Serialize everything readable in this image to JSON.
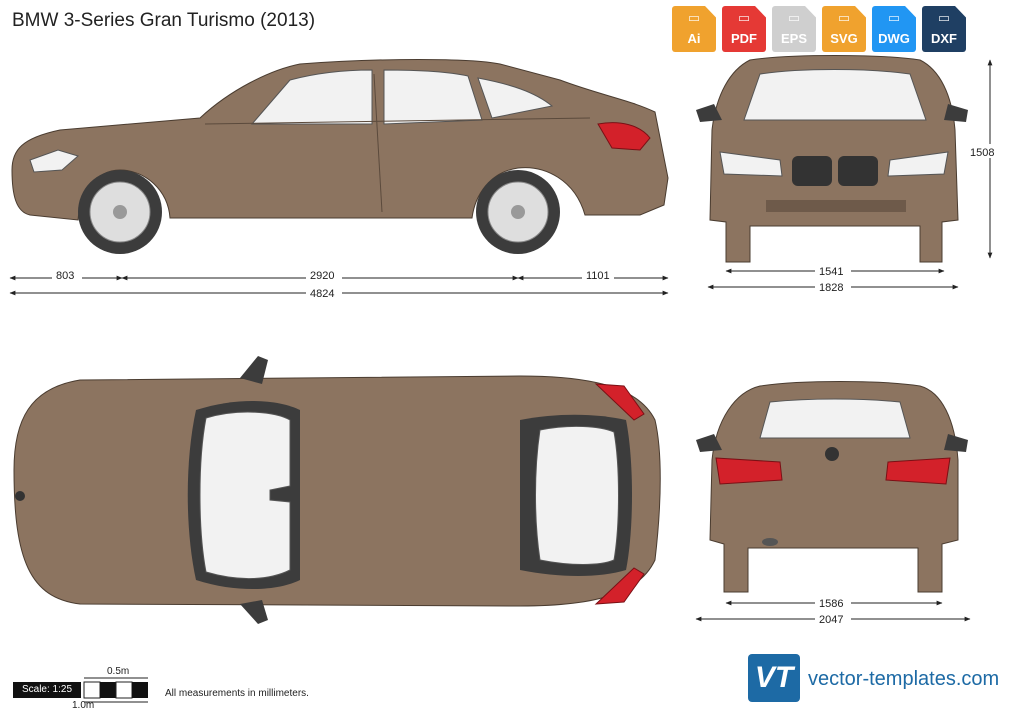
{
  "title": "BMW 3-Series Gran Turismo (2013)",
  "formats": [
    {
      "label": "Ai",
      "color": "#f0a22e"
    },
    {
      "label": "PDF",
      "color": "#e53935"
    },
    {
      "label": "EPS",
      "color": "#cfcfcf"
    },
    {
      "label": "SVG",
      "color": "#f0a22e"
    },
    {
      "label": "DWG",
      "color": "#2196f3"
    },
    {
      "label": "DXF",
      "color": "#1f3f63"
    }
  ],
  "dimensions": {
    "front_overhang": "803",
    "wheelbase": "2920",
    "rear_overhang": "1101",
    "length": "4824",
    "height": "1508",
    "front_track": "1541",
    "width_front": "1828",
    "rear_track": "1586",
    "width_mirrors": "2047"
  },
  "scale": {
    "label": "Scale: 1:25",
    "half": "0.5m",
    "full": "1.0m"
  },
  "note": "All measurements in millimeters.",
  "brand": {
    "logo": "VT",
    "text": "vector-templates.com"
  },
  "colors": {
    "body": "#8c7460",
    "glass": "#f2f2f2",
    "tail": "#d3212a",
    "tire": "#3c3c3c",
    "watermark": "#d8d8d8"
  }
}
